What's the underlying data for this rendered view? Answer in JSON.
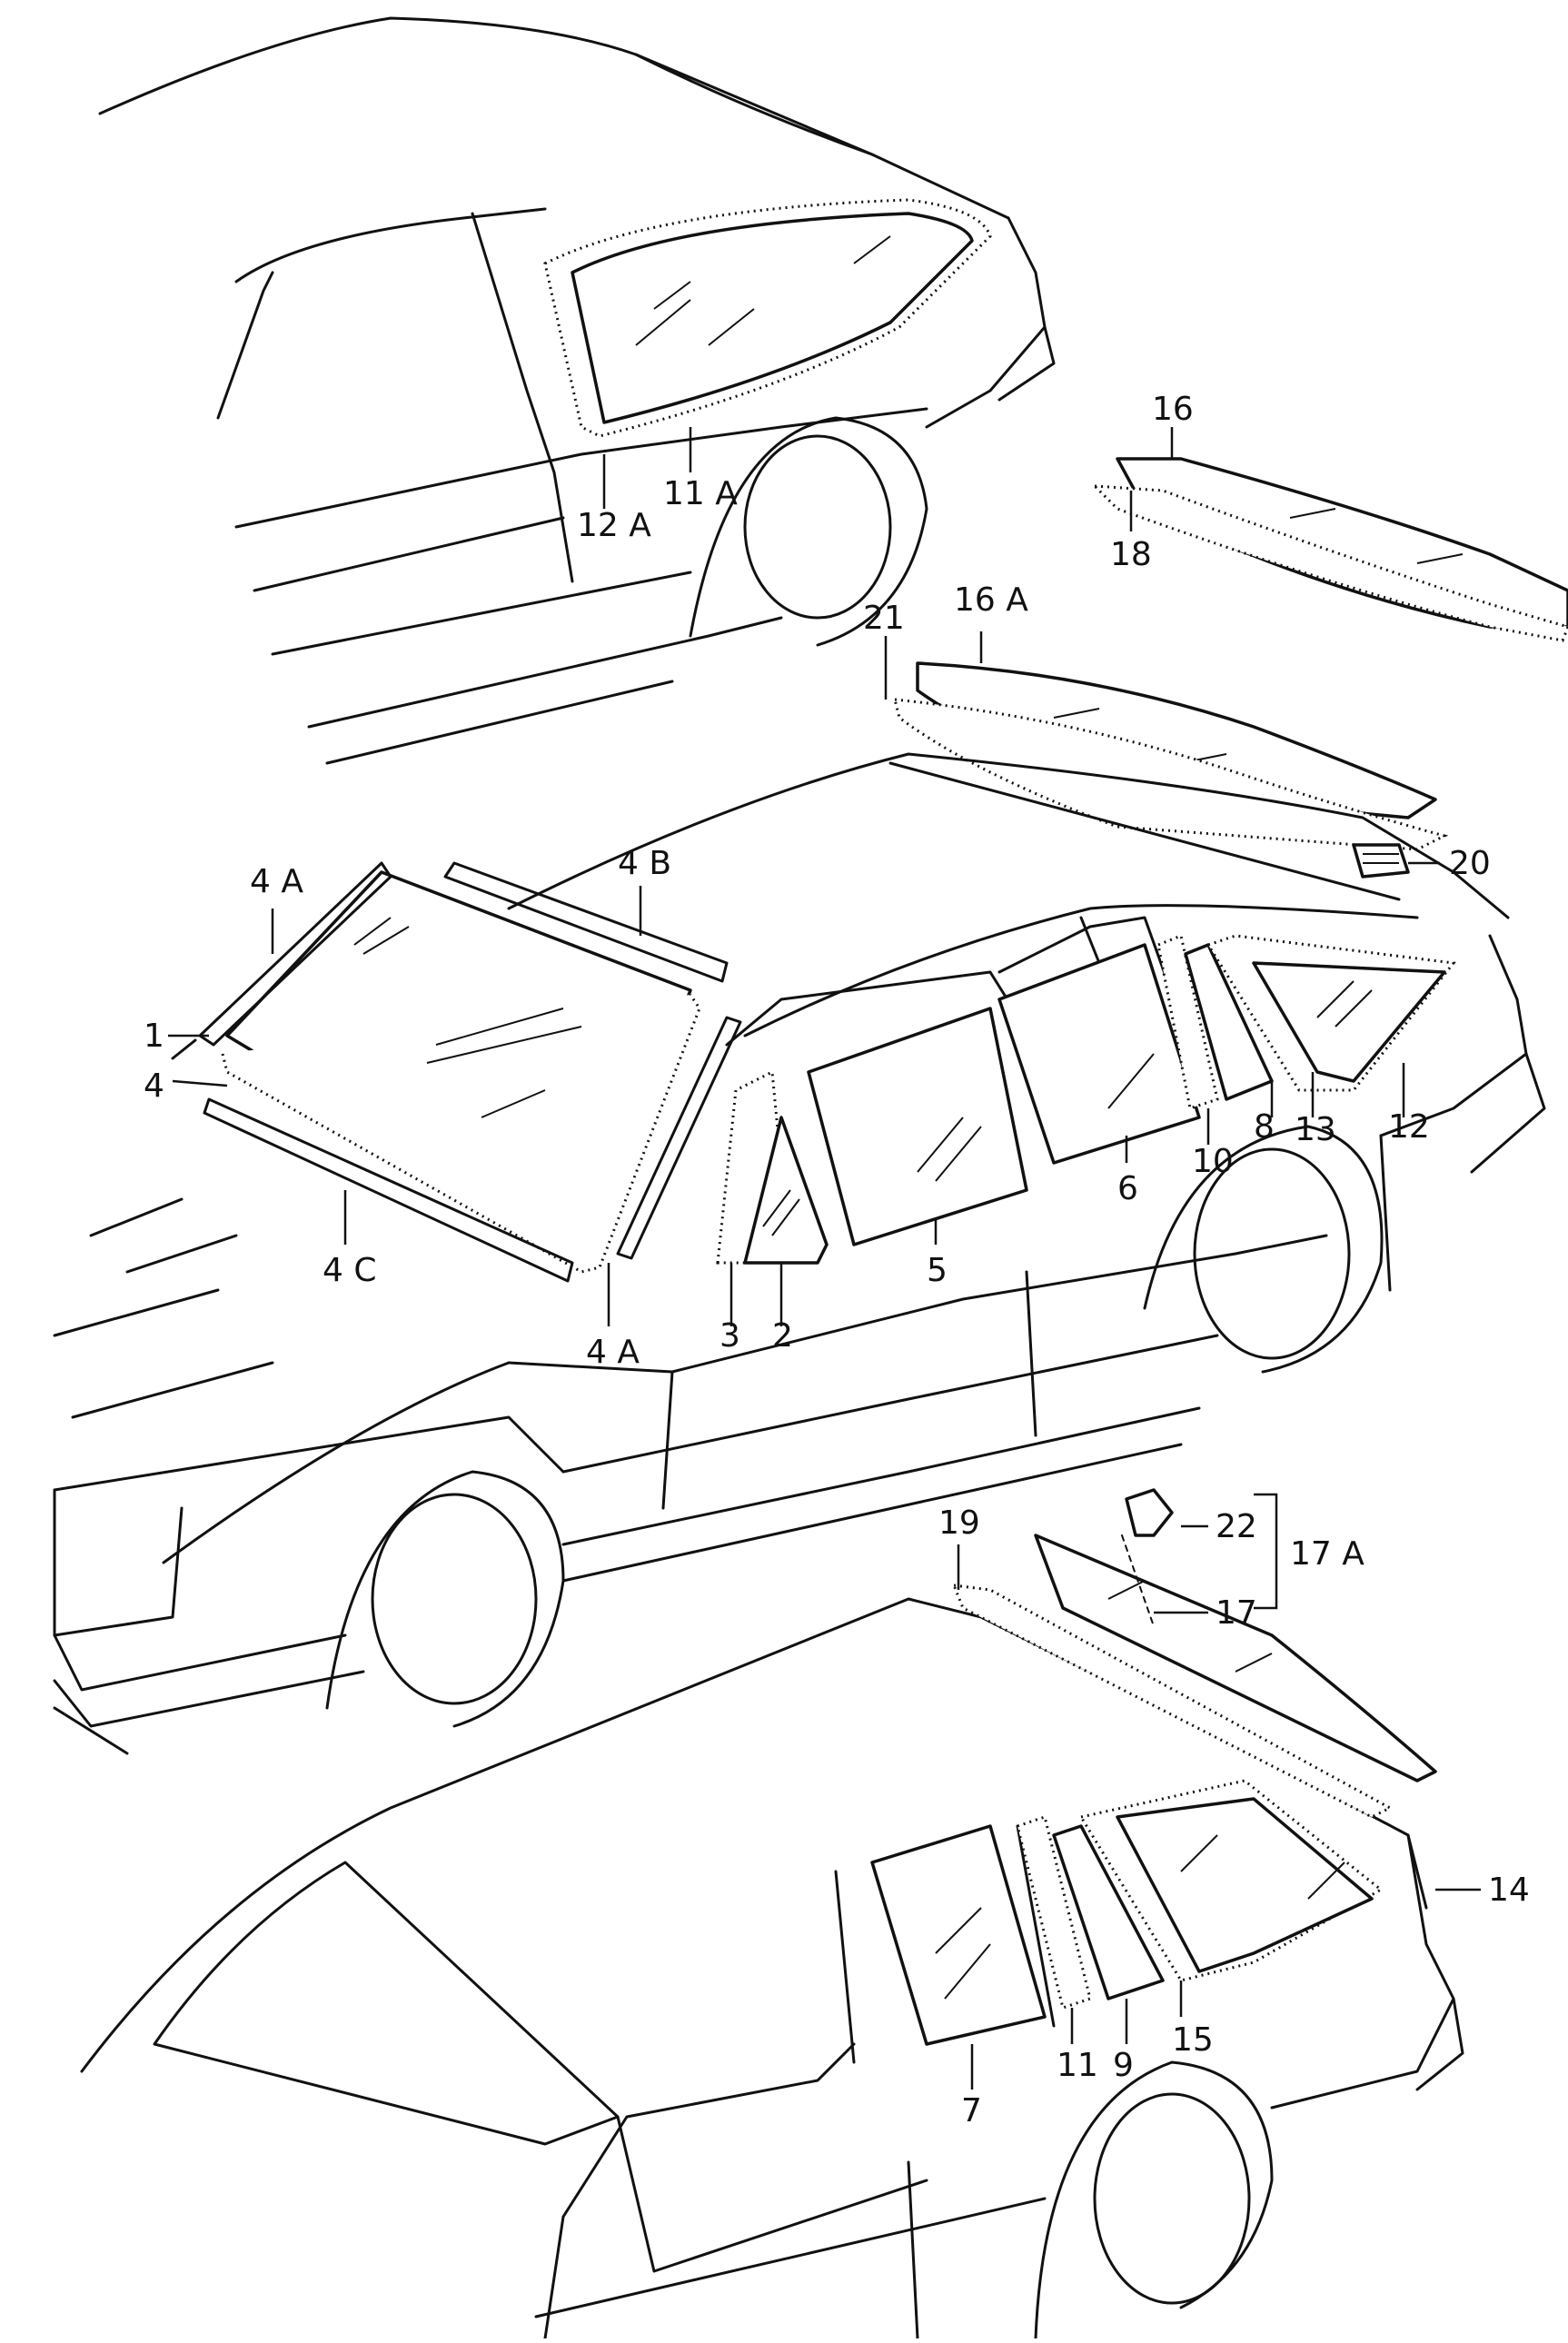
{
  "callouts": [
    {
      "id": "12A",
      "text": "12 A"
    },
    {
      "id": "11A",
      "text": "11 A"
    },
    {
      "id": "16",
      "text": "16"
    },
    {
      "id": "18",
      "text": "18"
    },
    {
      "id": "16A",
      "text": "16 A"
    },
    {
      "id": "21",
      "text": "21"
    },
    {
      "id": "20",
      "text": "20"
    },
    {
      "id": "4A_top",
      "text": "4 A"
    },
    {
      "id": "4B",
      "text": "4 B"
    },
    {
      "id": "1",
      "text": "1"
    },
    {
      "id": "4",
      "text": "4"
    },
    {
      "id": "4C",
      "text": "4 C"
    },
    {
      "id": "4A_bottom",
      "text": "4 A"
    },
    {
      "id": "3",
      "text": "3"
    },
    {
      "id": "2",
      "text": "2"
    },
    {
      "id": "5",
      "text": "5"
    },
    {
      "id": "6",
      "text": "6"
    },
    {
      "id": "10",
      "text": "10"
    },
    {
      "id": "8",
      "text": "8"
    },
    {
      "id": "13",
      "text": "13"
    },
    {
      "id": "12",
      "text": "12"
    },
    {
      "id": "19",
      "text": "19"
    },
    {
      "id": "22",
      "text": "22"
    },
    {
      "id": "17A",
      "text": "17 A"
    },
    {
      "id": "17",
      "text": "17"
    },
    {
      "id": "14",
      "text": "14"
    },
    {
      "id": "11",
      "text": "11"
    },
    {
      "id": "9",
      "text": "9"
    },
    {
      "id": "15",
      "text": "15"
    },
    {
      "id": "7",
      "text": "7"
    }
  ]
}
